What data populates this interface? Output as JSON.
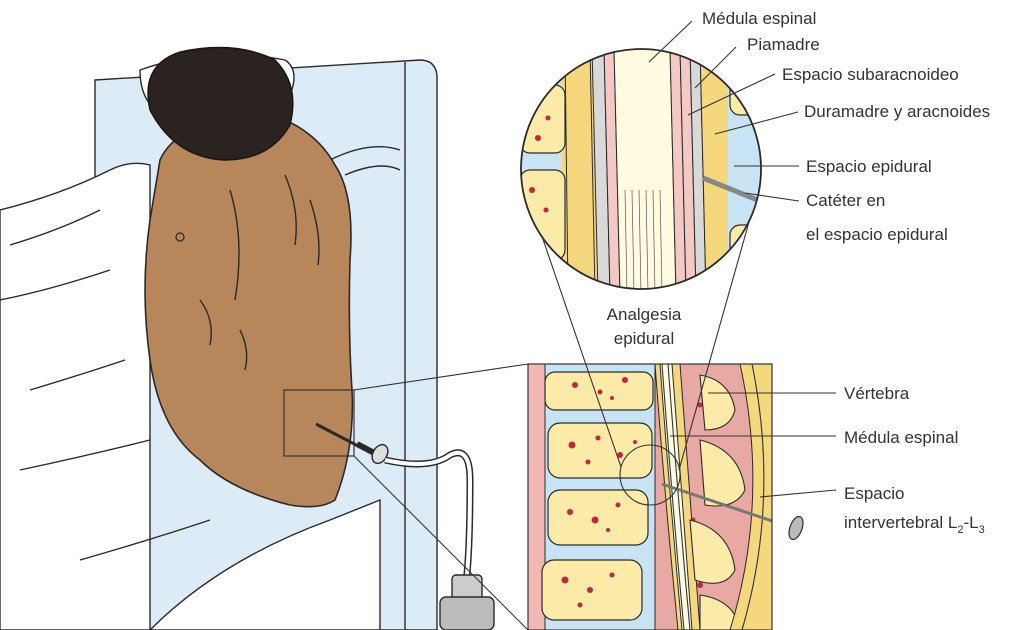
{
  "labels": {
    "medula_top": "Médula espinal",
    "piamadre": "Piamadre",
    "subaracnoideo": "Espacio subaracnoideo",
    "duramadre": "Duramadre y aracnoides",
    "epidural": "Espacio epidural",
    "cateter_1": "Catéter en",
    "cateter_2": "el espacio epidural",
    "analgesia_1": "Analgesia",
    "analgesia_2": "epidural",
    "vertebra": "Vértebra",
    "medula_bottom": "Médula espinal",
    "intervertebral_1": "Espacio",
    "intervertebral_2": "intervertebral L",
    "intervertebral_sub1": "2",
    "intervertebral_dash": "-L",
    "intervertebral_sub2": "3"
  },
  "colors": {
    "skin": "#b8865b",
    "hair": "#2b2320",
    "bed": "#dcebf6",
    "bone": "#fbeaa8",
    "disc": "#c8e3f3",
    "marrow_spot": "#c0283c",
    "cord": "#fffbe0",
    "pia": "#f4c8c4",
    "fat": "#f5d77e",
    "muscle": "#e8a9a4"
  }
}
